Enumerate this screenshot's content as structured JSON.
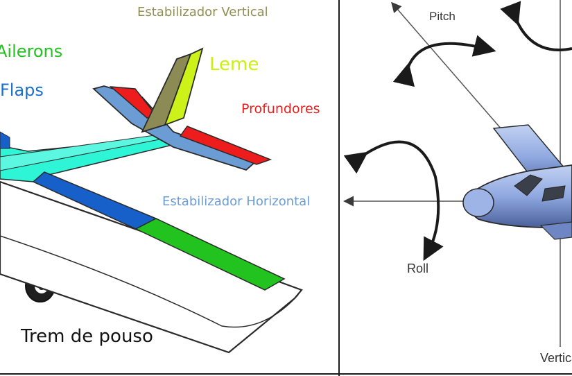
{
  "labels": {
    "ailerons": "Ailerons",
    "flaps": "Flaps",
    "estabilizador_vertical": "Estabilizador Vertical",
    "leme": "Leme",
    "profundores": "Profundores",
    "estabilizador_horizontal": "Estabilizador Horizontal",
    "trem_de_pouso": "Trem de pouso",
    "pitch": "Pitch",
    "roll": "Roll",
    "vertical": "Vertical"
  },
  "colors": {
    "ailerons": "#22c21f",
    "flaps": "#1d6fc9",
    "estabilizador_vertical": "#8f8f52",
    "leme": "#c9f114",
    "profundores": "#ee1d1d",
    "estabilizador_horizontal": "#6b9cd4",
    "wing": "#2ef5d6",
    "airplane_body": "#8fa8e0"
  },
  "icons": {
    "pitch_rotation": "curved-double-arrow-icon",
    "roll_rotation": "curved-double-arrow-icon",
    "yaw_rotation": "curved-arrow-icon"
  }
}
